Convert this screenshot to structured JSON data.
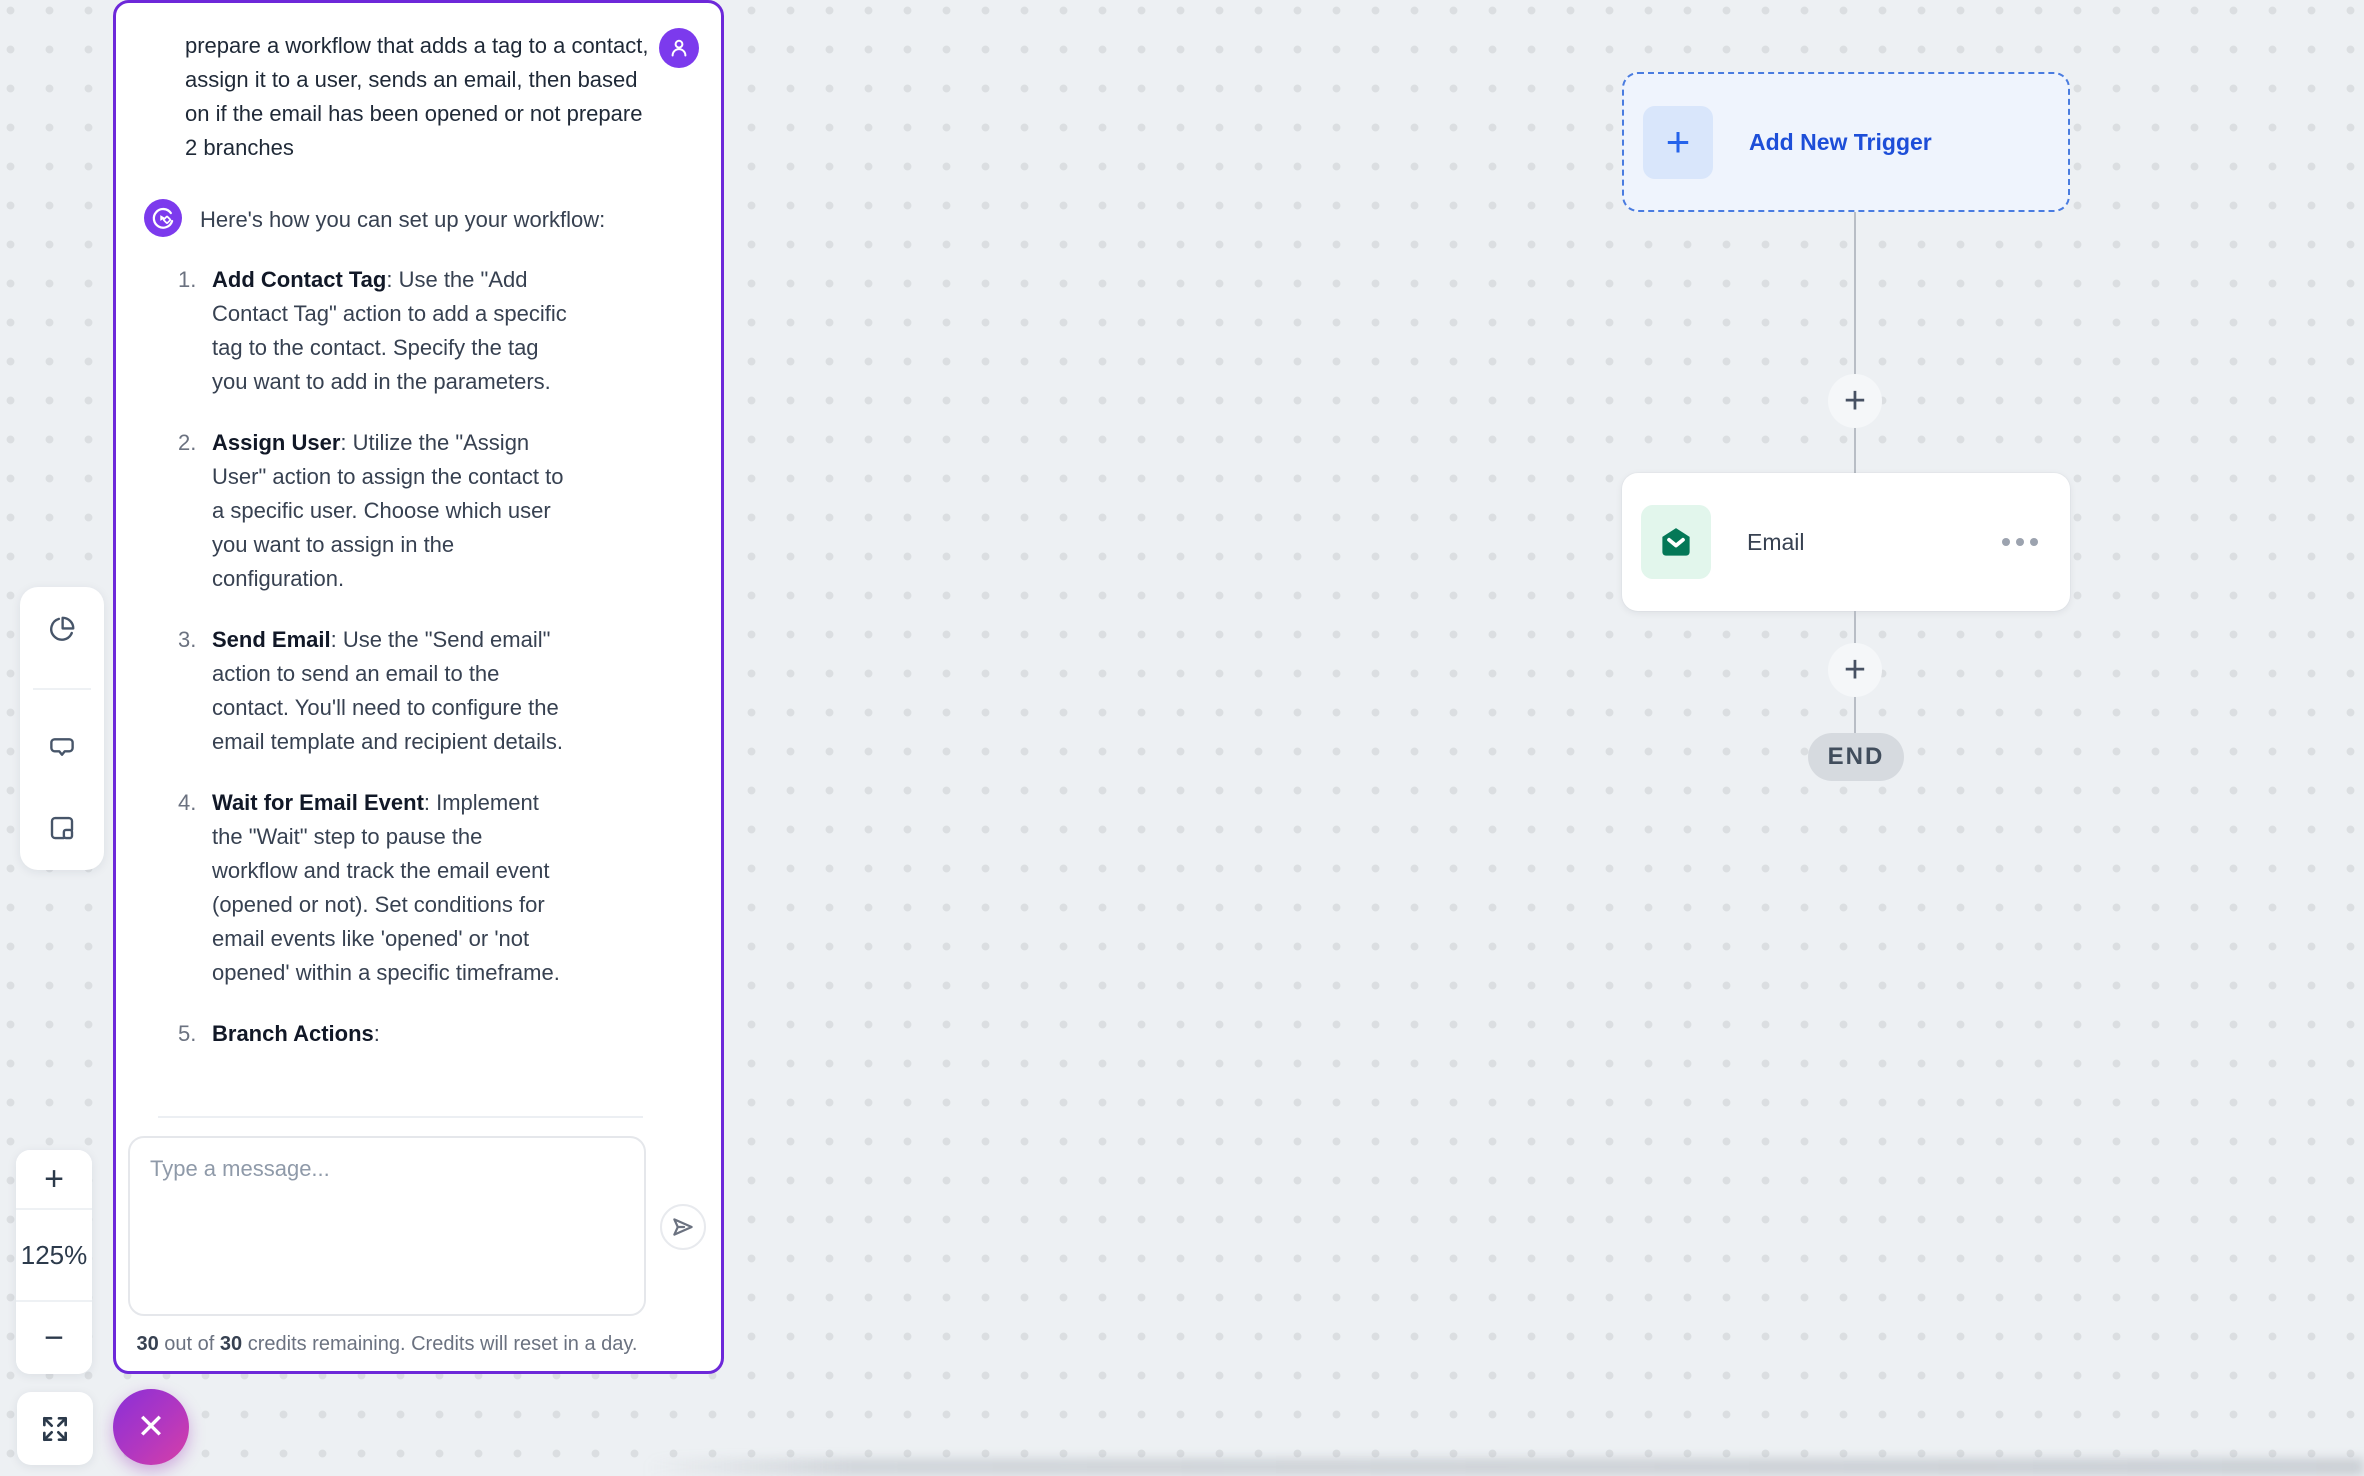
{
  "colors": {
    "panel_border": "#6d28d9",
    "avatar_purple": "#7c3aed",
    "trigger_blue": "#1d4ed8",
    "email_green": "#047857",
    "close_gradient_start": "#8a2fd8",
    "close_gradient_end": "#d73fa7"
  },
  "chat": {
    "user_message": "prepare a workflow that adds a tag to a contact, assign it to a user, sends an email, then based on if the email has been opened or not prepare 2 branches",
    "assistant_intro": "Here's how you can set up your workflow:",
    "steps": [
      {
        "num": "1.",
        "title": "Add Contact Tag",
        "text": ": Use the \"Add Contact Tag\" action to add a specific tag to the contact. Specify the tag you want to add in the parameters."
      },
      {
        "num": "2.",
        "title": "Assign User",
        "text": ": Utilize the \"Assign User\" action to assign the contact to a specific user. Choose which user you want to assign in the configuration."
      },
      {
        "num": "3.",
        "title": "Send Email",
        "text": ": Use the \"Send email\" action to send an email to the contact. You'll need to configure the email template and recipient details."
      },
      {
        "num": "4.",
        "title": "Wait for Email Event",
        "text": ": Implement the \"Wait\" step to pause the workflow and track the email event (opened or not). Set conditions for email events like 'opened' or 'not opened' within a specific timeframe."
      },
      {
        "num": "5.",
        "title": "Branch Actions",
        "text": ":"
      }
    ],
    "input_placeholder": "Type a message...",
    "credits": {
      "remaining": "30",
      "of_text": " out of ",
      "total": "30",
      "suffix": " credits remaining. Credits will reset in a day."
    }
  },
  "canvas": {
    "trigger_label": "Add New Trigger",
    "email_node_label": "Email",
    "end_label": "END"
  },
  "controls": {
    "zoom_in": "+",
    "zoom_level": "125%",
    "zoom_out": "−"
  },
  "icons": {
    "trigger_plus": "+",
    "connector_plus_1": "+",
    "connector_plus_2": "+",
    "close": "✕"
  }
}
